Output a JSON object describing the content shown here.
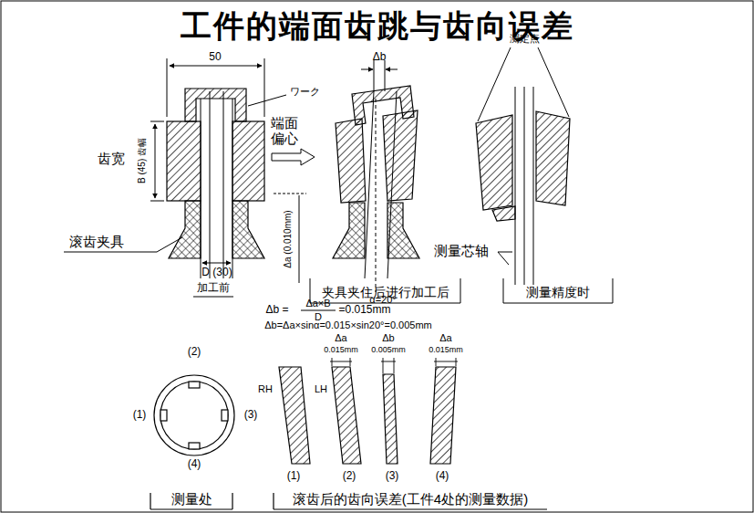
{
  "diagram": {
    "title": "工件的端面齿跳与齿向误差",
    "labels": [
      "50",
      "ワーク",
      "Δb",
      "测定点",
      "端面 偏心",
      "齿宽",
      "B (45) 齿幅",
      "Δa (0.010mm)",
      "滚齿夹具",
      "D (30)",
      "加工前",
      "α=20°",
      "测量芯轴",
      "夹具夹住后进行加工后",
      "测量精度时",
      "Δb =",
      "Δa×B",
      "D",
      "=0.015mm",
      "Δb=Δa×sinα=0.015×sin20°=0.005mm",
      "(2)",
      "(1)",
      "(3)",
      "(4)",
      "RH",
      "LH",
      "Δa",
      "0.015mm",
      "Δb",
      "0.005mm",
      "Δa",
      "0.015mm",
      "(1)",
      "(2)",
      "(3)",
      "(4)",
      "测量处",
      "滚齿后的齿向误差(工件4处的测量数据)"
    ]
  }
}
